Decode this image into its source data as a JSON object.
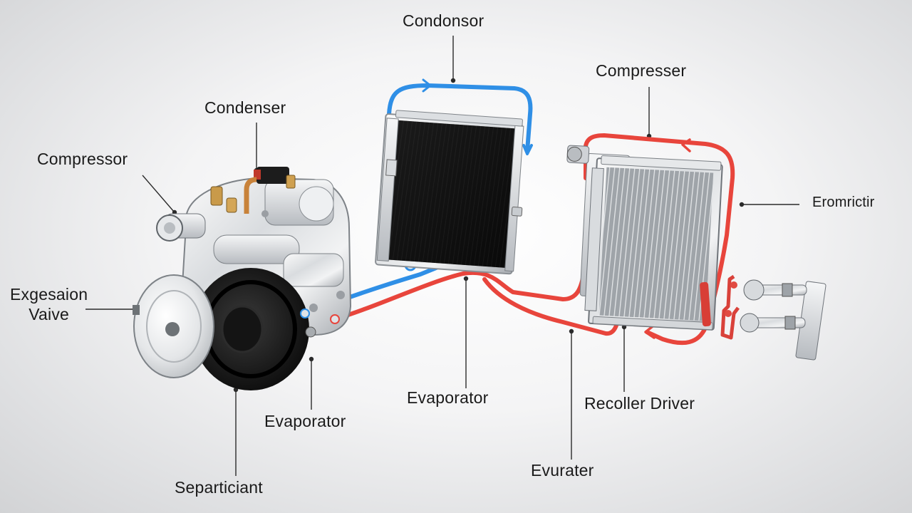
{
  "labels": {
    "condenser_top": "Condonsor",
    "compressor_top_right": "Compresser",
    "condenser_left": "Condenser",
    "compressor_left": "Compressor",
    "expansion_valve": "Exgesaion\nVaive",
    "evaporator_left": "Evaporator",
    "superheat_bottom": "Separticiant",
    "evaporator_center": "Evaporator",
    "receiver_drier": "Recoller Driver",
    "evaporator_bottom": "Evurater",
    "thermistor_right": "Eromrictir"
  },
  "colors": {
    "cold_line": "#2f8fe6",
    "hot_line": "#e8453c",
    "leader_line": "#2b2b2b",
    "label_text": "#1a1a1a",
    "radiator_dark": "#111111",
    "radiator_frame": "#c9cdd2",
    "pulley": "#1b1b1b"
  },
  "icons": {
    "compressor": "compressor-unit-icon",
    "condenser": "condenser-radiator-icon",
    "evaporator": "evaporator-radiator-icon",
    "valve": "expansion-valve-icon"
  }
}
